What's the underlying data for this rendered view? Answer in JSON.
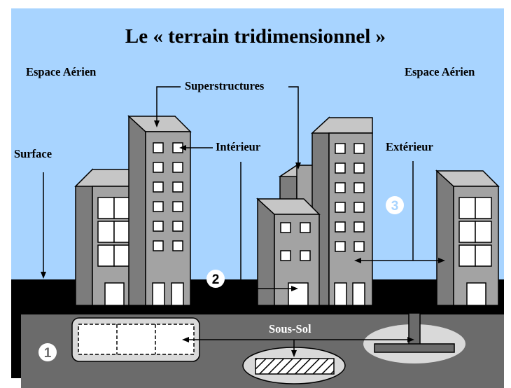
{
  "title": "Le « terrain tridimensionnel »",
  "labels": {
    "airspace_left": "Espace Aérien",
    "airspace_right": "Espace Aérien",
    "superstructures": "Superstructures",
    "surface": "Surface",
    "interior": "Intérieur",
    "exterior": "Extérieur",
    "subsoil": "Sous-Sol"
  },
  "markers": [
    "1",
    "2",
    "3"
  ],
  "colors": {
    "sky": "#a8d4ff",
    "ground_surface": "#000000",
    "subsoil": "#6b6b6b",
    "building_front": "#a3a3a3",
    "building_side": "#7c7c7c",
    "building_top": "#c6c6c6",
    "window": "#ffffff",
    "marker_fill": "#ffffff"
  }
}
